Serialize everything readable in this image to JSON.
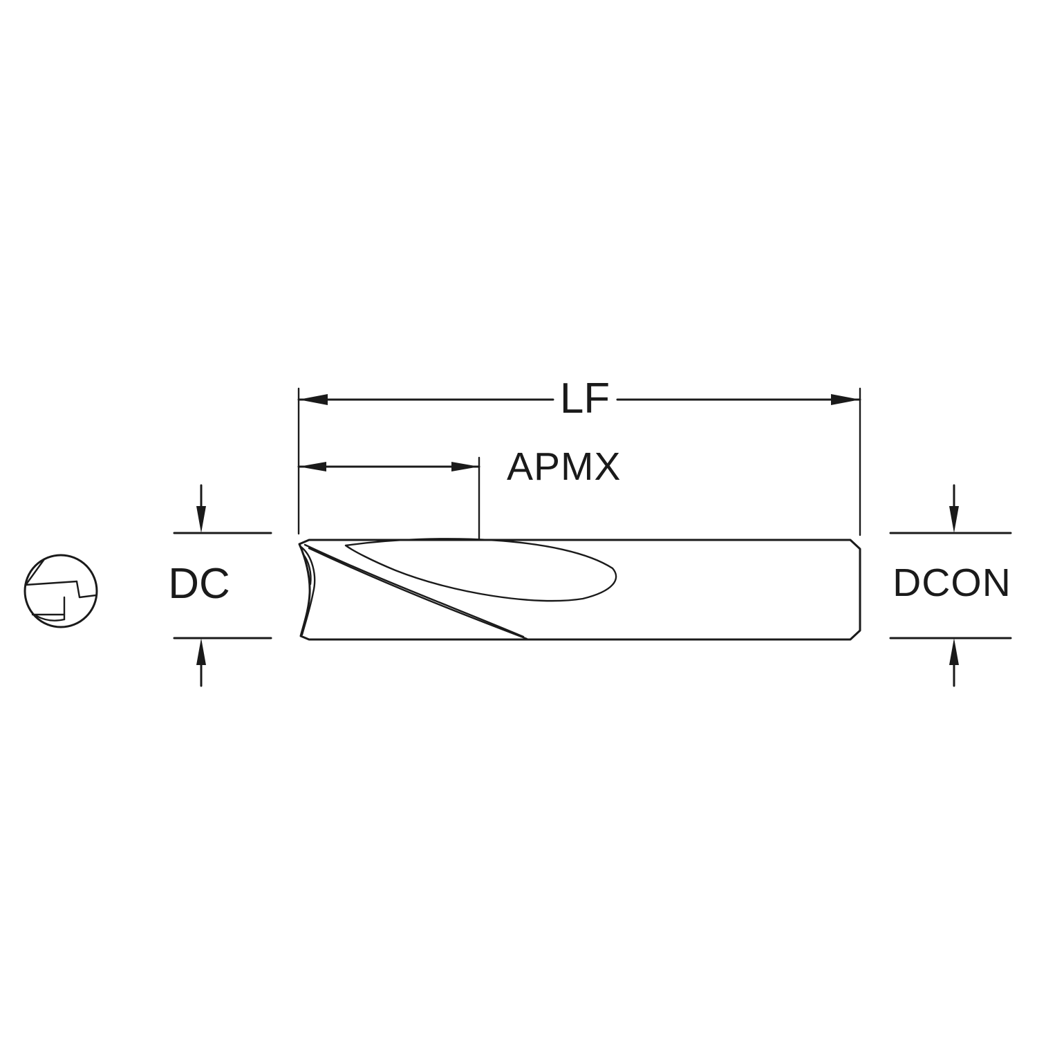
{
  "diagram": {
    "labels": {
      "overall_length": "LF",
      "max_depth_of_cut": "APMX",
      "cutting_diameter": "DC",
      "connection_diameter": "DCON"
    },
    "colors": {
      "line": "#1a1a1a",
      "background": "#ffffff"
    }
  }
}
